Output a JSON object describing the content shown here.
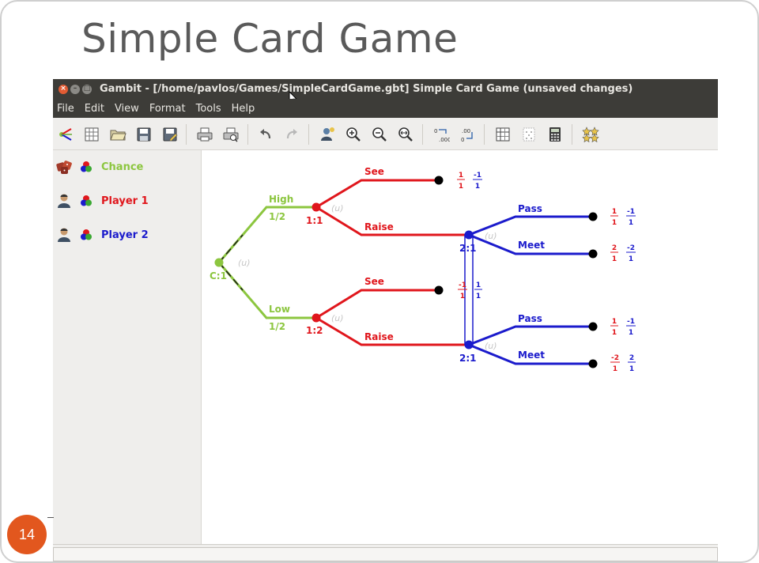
{
  "slide": {
    "title": "Simple Card Game",
    "page_number": "14"
  },
  "window": {
    "title": "Gambit - [/home/pavlos/Games/SimpleCardGame.gbt] Simple Card Game (unsaved changes)",
    "menus": [
      "File",
      "Edit",
      "View",
      "Format",
      "Tools",
      "Help"
    ]
  },
  "players": [
    {
      "name": "Chance",
      "color": "#8cc63f"
    },
    {
      "name": "Player 1",
      "color": "#e0161c"
    },
    {
      "name": "Player 2",
      "color": "#1b1bcc"
    }
  ],
  "tree": {
    "chance_node": {
      "label": "C:1",
      "info": "(u)"
    },
    "p1_nodes": [
      {
        "label": "1:1",
        "info": "(u)"
      },
      {
        "label": "1:2",
        "info": "(u)"
      }
    ],
    "p2_nodes": [
      {
        "label": "2:1",
        "info": "(u)"
      },
      {
        "label": "2:1",
        "info": "(u)"
      }
    ],
    "chance_branches": [
      {
        "action": "High",
        "prob": "1/2"
      },
      {
        "action": "Low",
        "prob": "1/2"
      }
    ],
    "p1_actions": [
      "See",
      "Raise",
      "See",
      "Raise"
    ],
    "p2_actions": [
      "Pass",
      "Meet",
      "Pass",
      "Meet"
    ],
    "payoffs": [
      {
        "p1_num": "1",
        "p1_den": "1",
        "p2_num": "-1",
        "p2_den": "1"
      },
      {
        "p1_num": "1",
        "p1_den": "1",
        "p2_num": "-1",
        "p2_den": "1"
      },
      {
        "p1_num": "2",
        "p1_den": "1",
        "p2_num": "-2",
        "p2_den": "1"
      },
      {
        "p1_num": "-1",
        "p1_den": "1",
        "p2_num": "1",
        "p2_den": "1"
      },
      {
        "p1_num": "1",
        "p1_den": "1",
        "p2_num": "-1",
        "p2_den": "1"
      },
      {
        "p1_num": "-2",
        "p1_den": "1",
        "p2_num": "2",
        "p2_den": "1"
      }
    ]
  }
}
